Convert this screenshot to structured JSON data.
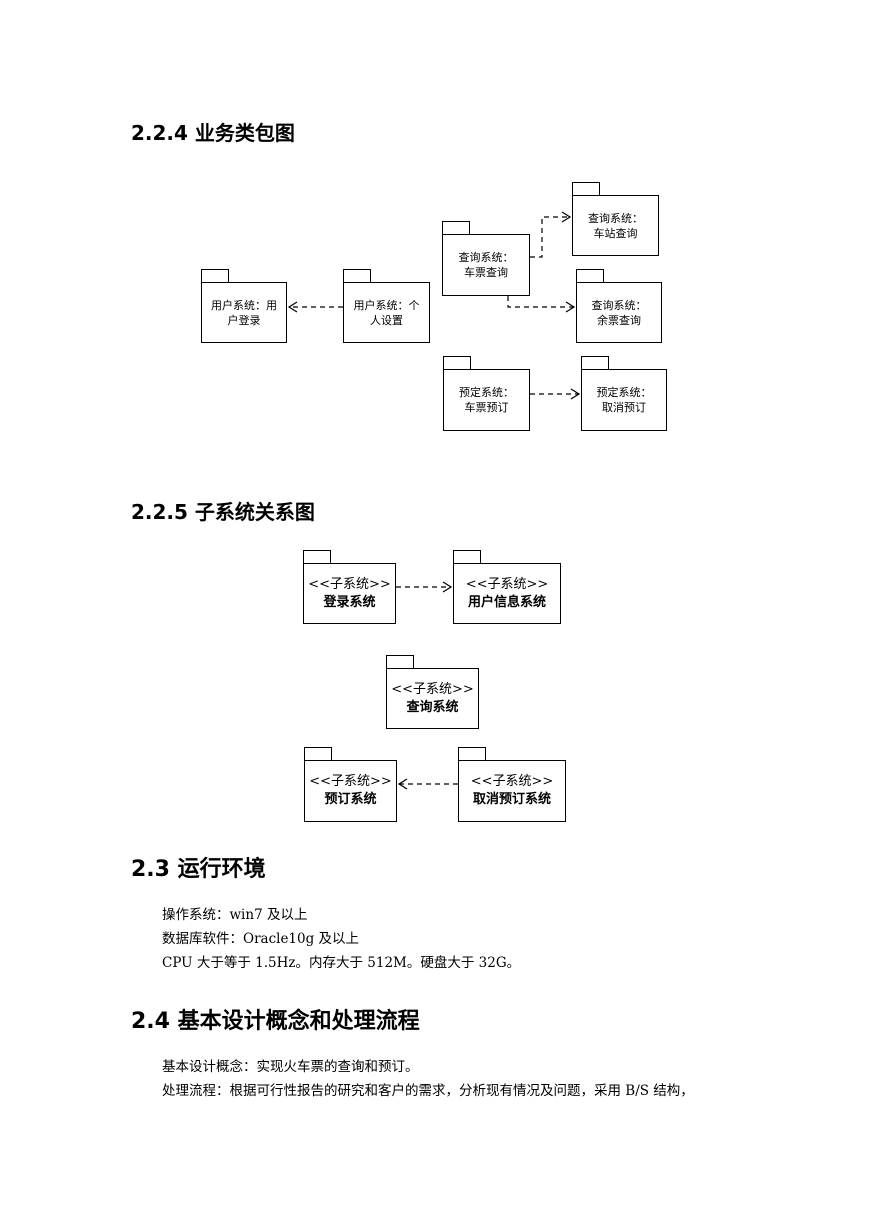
{
  "sec224": {
    "title": "2.2.4 业务类包图",
    "pkgs": {
      "login": [
        "用户系统：用",
        "户登录"
      ],
      "personal": [
        "用户系统：个",
        "人设置"
      ],
      "ticket_query": [
        "查询系统：",
        "车票查询"
      ],
      "station_query": [
        "查询系统：",
        "车站查询"
      ],
      "remain_query": [
        "查询系统：",
        "余票查询"
      ],
      "book": [
        "预定系统：",
        "车票预订"
      ],
      "cancel": [
        "预定系统：",
        "取消预订"
      ]
    }
  },
  "sec225": {
    "title": "2.2.5 子系统关系图",
    "stereotype": "<<子系统>>",
    "pkgs": {
      "login": "登录系统",
      "userinfo": "用户信息系统",
      "query": "查询系统",
      "booking": "预订系统",
      "cancel": "取消预订系统"
    }
  },
  "sec23": {
    "title": "2.3 运行环境",
    "lines": [
      "操作系统：win7 及以上",
      "数据库软件：Oracle10g 及以上",
      "CPU 大于等于 1.5Hz。内存大于 512M。硬盘大于 32G。"
    ]
  },
  "sec24": {
    "title": "2.4 基本设计概念和处理流程",
    "lines": [
      "基本设计概念：实现火车票的查询和预订。",
      "处理流程：根据可行性报告的研究和客户的需求，分析现有情况及问题，采用 B/S 结构，"
    ]
  }
}
